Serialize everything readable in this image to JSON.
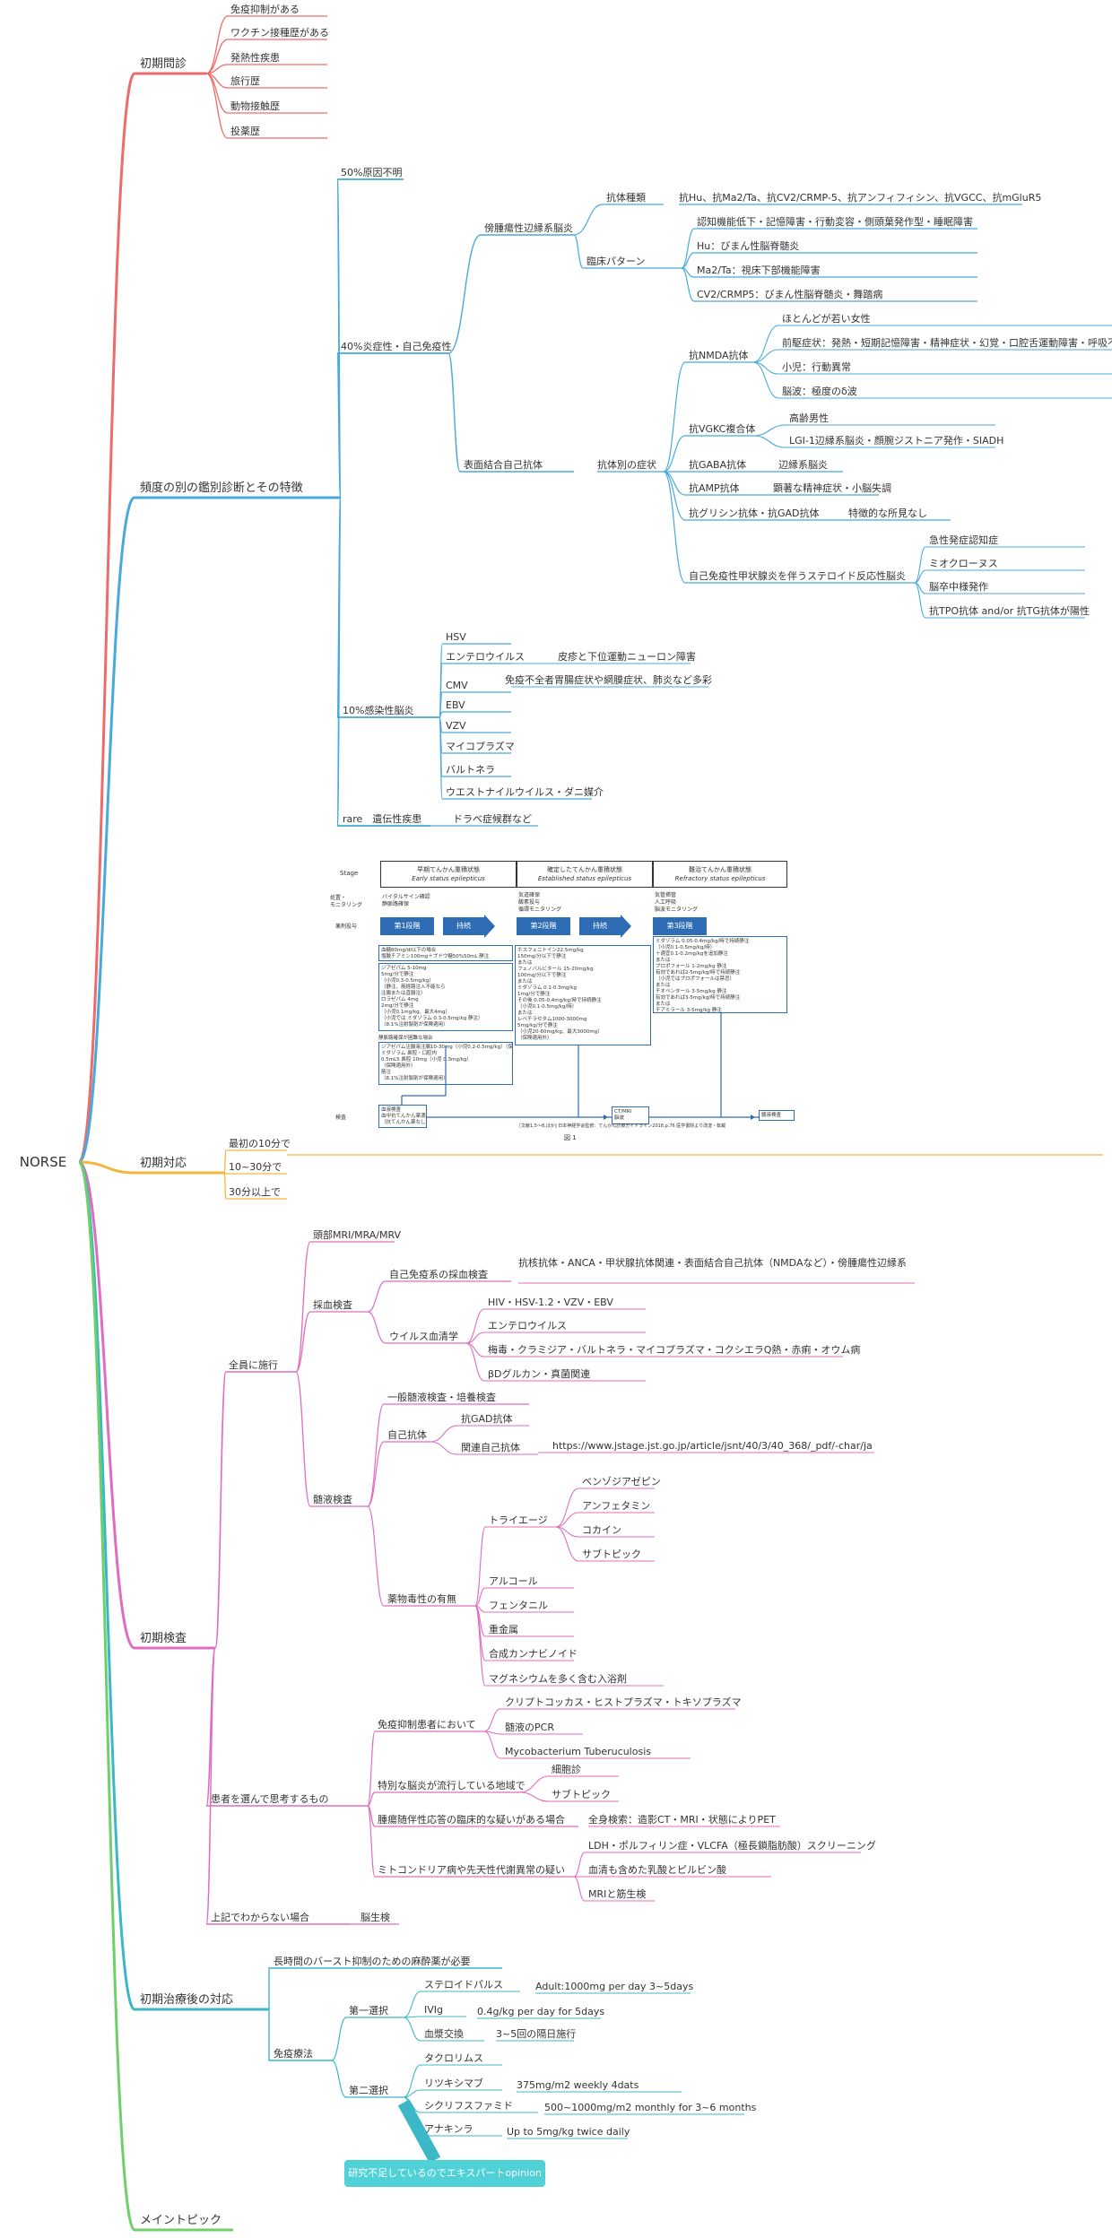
{
  "root": "NORSE",
  "colors": {
    "red": "#ef6a6a",
    "blue": "#48a9dc",
    "yellow": "#f4b73d",
    "pink": "#e06cc0",
    "teal": "#3cb7c8",
    "green": "#6fcf6b",
    "dark_blue": "#2e6cb5",
    "badge": "#4fd1d6"
  },
  "b1": {
    "title": "初期問診",
    "items": [
      "免疫抑制がある",
      "ワクチン接種歴がある",
      "発熱性疾患",
      "旅行歴",
      "動物接触歴",
      "投薬歴"
    ]
  },
  "b2": {
    "title": "頻度の別の鑑別診断とその特徴",
    "p50": "50%原因不明",
    "p40": "40%炎症性・自己免疫性",
    "para": "傍腫瘍性辺縁系脳炎",
    "para_ab_label": "抗体種類",
    "para_ab_value": "抗Hu、抗Ma2/Ta、抗CV2/CRMP-5、抗アンフィフィシン、抗VGCC、抗mGluR5",
    "para_pattern_label": "臨床パターン",
    "para_patterns": [
      "認知機能低下・記憶障害・行動変容・側頭葉発作型・睡眠障害",
      "Hu：びまん性脳脊髄炎",
      "Ma2/Ta：視床下部機能障害",
      "CV2/CRMP5：びまん性脳脊髄炎・舞踏病"
    ],
    "surface": "表面結合自己抗体",
    "by_ab": "抗体別の症状",
    "nmda": "抗NMDA抗体",
    "nmda_items": [
      "ほとんどが若い女性",
      "前駆症状：発熱・短期記憶障害・精神症状・幻覚・口腔舌運動障害・呼吸不全",
      "小児：行動異常",
      "脳波：極度のδ波"
    ],
    "vgkc": "抗VGKC複合体",
    "vgkc_items": [
      "高齢男性",
      "LGI-1辺縁系脳炎・顔腕ジストニア発作・SIADH"
    ],
    "gaba": "抗GABA抗体",
    "gaba_item": "辺縁系脳炎",
    "ampa": "抗AMP抗体",
    "ampa_item": "顕著な精神症状・小脳失調",
    "gly": "抗グリシン抗体・抗GAD抗体",
    "gly_item": "特徴的な所見なし",
    "steroid": "自己免疫性甲状腺炎を伴うステロイド反応性脳炎",
    "steroid_items": [
      "急性発症認知症",
      "ミオクローヌス",
      "脳卒中様発作",
      "抗TPO抗体 and/or 抗TG抗体が陽性"
    ],
    "p10": "10%感染性脳炎",
    "inf": [
      "HSV",
      "エンテロウイルス",
      "CMV",
      "EBV",
      "VZV",
      "マイコプラズマ",
      "バルトネラ",
      "ウエストナイルウイルス・ダニ媒介"
    ],
    "entero_note": "皮疹と下位運動ニューロン障害",
    "cmv_note": "免疫不全者胃腸症状や網膜症状、肺炎など多彩",
    "rare": "rare　遺伝性疾患",
    "rare_item": "ドラベ症候群など"
  },
  "figure": {
    "stage_label": "Stage",
    "stages": [
      {
        "jp": "早期てんかん重積状態",
        "en": "Early status epilepticus"
      },
      {
        "jp": "確定したてんかん重積状態",
        "en": "Established status epilepticus"
      },
      {
        "jp": "難治てんかん重積状態",
        "en": "Refractory status epilepticus"
      }
    ],
    "row2_label": "処置・\nモニタリング",
    "row2_cells": [
      "バイタルサイン確認\n静脈路確保",
      "気道確保\n酸素投与\n循環モニタリング",
      "気管挿管\n人工呼吸\n脳波モニタリング"
    ],
    "row3_label": "薬剤投与",
    "steps": [
      "第1段階",
      "第2段階",
      "第3段階"
    ],
    "arrows": [
      "持続",
      "持続"
    ],
    "box1a": "血糖80mg/dl以下の場合\n塩酸チアミン100mg＋ブドウ糖50%50mL 静注",
    "box1b": "ジアゼパム 5-10mg\n5mg/分で静注\n（小児0.3-0.5mg/kg）\n（静注、筋経路注入不能なら\n注腸または直腸注）\nロラゼパム 4mg\n2mg/分で静注\n（小児0.1mg/kg、最大4mg）\n（小児では ミダゾラム 0.3-0.5mg/kg 静注）\n（8.1%注射製剤が保険適用）",
    "box1c": "静脈路確保が困難な場合",
    "box1d": "ジアゼパム注腸液注腸10-30mg（小児0.2-0.5mg/kg）（保険適用外）\nミダゾラム 鼻腔・口腔内\n0.5mL5 鼻腔 10mg（小児 0.3mg/kg）\n（保険適用外）\n筋注\n（8.1%注射製剤が保険適用）",
    "box2": "ホスフェニトイン22.5mg/kg\n150mg/分以下で静注\nまたは\nフェノバルビタール 15-20mg/kg\n100mg/分以下で静注\nまたは\nミダゾラム 0.1-0.3mg/kg\n1mg/分で静注\nその後 0.05-0.4mg/kg/時で持続静注\n（小児0.1-0.5mg/kg/時）\nまたは\nレベチラセタム1000-3000mg\n5mg/kg/分で静注\n（小児20-60mg/kg、最大3000mg）\n（保険適用外）",
    "box3": "ミダゾラム 0.05-0.4mg/kg/時で持続静注\n（小児0.1-0.5mg/kg/時）\n＋適宜0.1-0.2mg/kgを追加静注\nまたは\nプロポフォール 1-2mg/kg 静注\n有効であれば2-5mg/kg/時で持続静注\n（小児ではプロポフォールは禁忌）\nまたは\nチオペンタール 3-5mg/kg 静注\n有効であれば3-5mg/kg/時で持続静注\nまたは\nチアミラール 3-5mg/kg 静注\n有効であれば3-5mg/kg/時で持続静注",
    "exam_label": "検査",
    "exam1": "血液検査\n血中抗てんかん薬濃度\n（抗てんかん薬なし）",
    "exam2": "CT/MRI\n脳波",
    "exam3": "髄液検査",
    "caption": "［文献1,5〜8,ほか] 日本神経学会監修：てんかん診療ガイドライン2018,p.76 医学書院より改変・転載",
    "fig_no": "図 1"
  },
  "b3": {
    "title": "初期対応",
    "items": [
      "最初の10分で",
      "10~30分で",
      "30分以上で"
    ]
  },
  "b4": {
    "title": "初期検査",
    "all": "全員に施行",
    "mri": "頭部MRI/MRA/MRV",
    "blood": "採血検査",
    "auto_blood": "自己免疫系の採血検査",
    "auto_blood_item": "抗核抗体・ANCA・甲状腺抗体関連・表面結合自己抗体（NMDAなど）・傍腫瘍性辺縁系",
    "virus": "ウイルス血清学",
    "virus_items": [
      "HIV・HSV-1.2・VZV・EBV",
      "エンテロウイルス",
      "梅毒・クラミジア・バルトネラ・マイコプラズマ・コクシエラQ熱・赤痢・オウム病",
      "βDグルカン・真菌関連"
    ],
    "csf": "髄液検査",
    "csf_general": "一般髄液検査・培養検査",
    "csf_auto": "自己抗体",
    "gad": "抗GAD抗体",
    "related": "関連自己抗体",
    "related_url": "https://www.jstage.jst.go.jp/article/jsnt/40/3/40_368/_pdf/-char/ja",
    "tox": "薬物毒性の有無",
    "triage": "トライエージ",
    "triage_items": [
      "ベンゾジアゼピン",
      "アンフェタミン",
      "コカイン",
      "サブトピック"
    ],
    "tox_items": [
      "アルコール",
      "フェンタニル",
      "重金属",
      "合成カンナビノイド",
      "マグネシウムを多く含む入浴剤"
    ],
    "select": "患者を選んで思考するもの",
    "immuno": "免疫抑制患者において",
    "immuno_items": [
      "クリプトコッカス・ヒストプラズマ・トキソプラズマ",
      "髄液のPCR",
      "Mycobacterium Tuberuculosis"
    ],
    "endemic": "特別な脳炎が流行している地域で",
    "endemic_items": [
      "細胞診",
      "サブトピック"
    ],
    "para": "腫瘍随伴性応答の臨床的な疑いがある場合",
    "para_item": "全身検索：造影CT・MRI・状態によりPET",
    "mito": "ミトコンドリア病や先天性代謝異常の疑い",
    "mito_items": [
      "LDH・ポルフィリン症・VLCFA（極長鎖脂肪酸）スクリーニング",
      "血清も含めた乳酸とピルビン酸",
      "MRIと筋生検"
    ],
    "unknown": "上記でわからない場合",
    "biopsy": "脳生検"
  },
  "b5": {
    "title": "初期治療後の対応",
    "burst": "長時間のバースト抑制のための麻酔薬が必要",
    "immuno": "免疫療法",
    "first": "第一選択",
    "first_items": [
      {
        "name": "ステロイドパルス",
        "dose": "Adult:1000mg per day 3~5days"
      },
      {
        "name": "IVIg",
        "dose": "0.4g/kg per day for 5days"
      },
      {
        "name": "血漿交換",
        "dose": "3~5回の隔日施行"
      }
    ],
    "second": "第二選択",
    "second_items": [
      {
        "name": "タクロリムス",
        "dose": ""
      },
      {
        "name": "リツキシマブ",
        "dose": "375mg/m2 weekly 4dats"
      },
      {
        "name": "シクリフスファミド",
        "dose": "500~1000mg/m2 monthly for 3~6 months"
      },
      {
        "name": "アナキンラ",
        "dose": "Up to 5mg/kg twice daily"
      }
    ],
    "badge": "研究不足しているのでエキスパートopinion"
  },
  "b6": {
    "title": "メイントピック"
  }
}
